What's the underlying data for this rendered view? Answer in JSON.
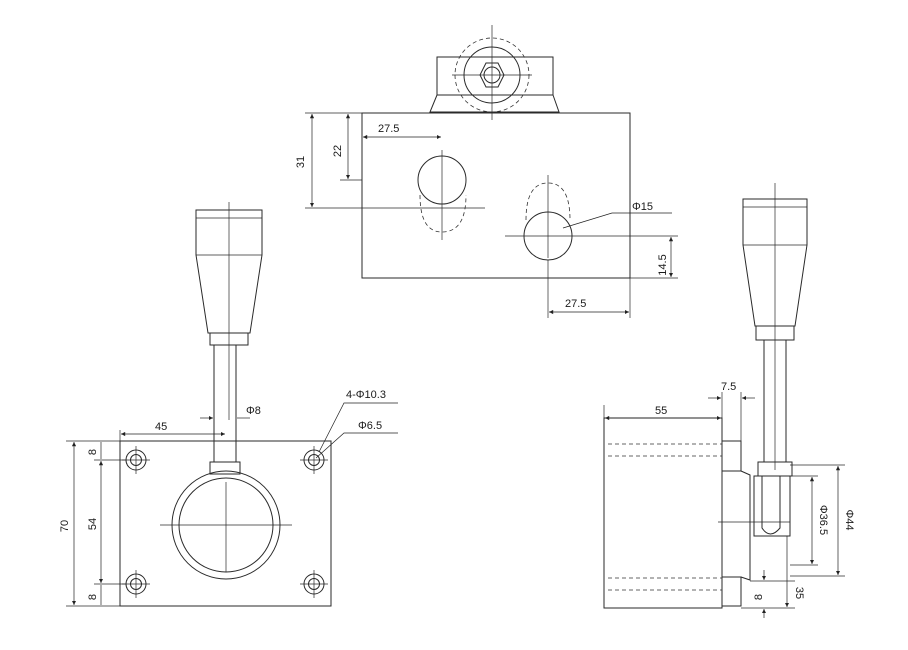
{
  "top_view": {
    "dim_height_total": "31",
    "dim_height_upper": "22",
    "dim_left_offset": "27.5",
    "dim_hole_diameter": "Φ15",
    "dim_bottom_offset": "14.5",
    "dim_right_offset": "27.5"
  },
  "front_view": {
    "dim_handle_shaft": "Φ8",
    "dim_mount_holes": "4-Φ10.3",
    "dim_inner_hole": "Φ6.5",
    "dim_center_offset": "45",
    "dim_total_height": "70",
    "dim_hole_spacing": "54",
    "dim_edge_top": "8",
    "dim_edge_bottom": "8"
  },
  "side_view": {
    "dim_body_width": "55",
    "dim_flange": "7.5",
    "dim_inner_diameter": "Φ36.5",
    "dim_outer_diameter": "Φ44",
    "dim_base_height": "35",
    "dim_base_edge": "8"
  }
}
